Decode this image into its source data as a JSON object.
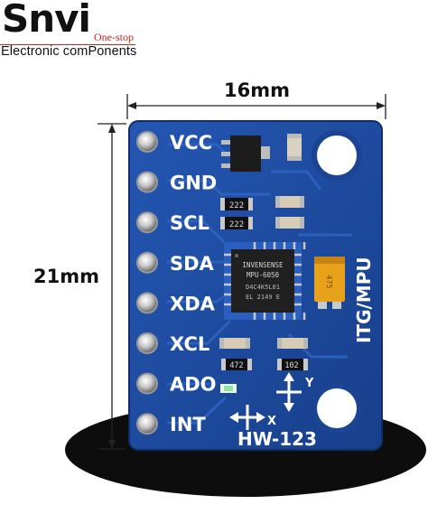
{
  "brand": {
    "logo": "Snvi",
    "sub": "One-stop",
    "tagline": "Electronic comPonents"
  },
  "dimensions": {
    "width_label": "16mm",
    "height_label": "21mm"
  },
  "pins": [
    "VCC",
    "GND",
    "SCL",
    "SDA",
    "XDA",
    "XCL",
    "ADO",
    "INT"
  ],
  "board": {
    "chip_line1": "INVENSENSE",
    "chip_line2": "MPU-6050",
    "chip_line3": "D4C4K5L01",
    "chip_line4": "EL 2149 E",
    "side_text": "ITG/MPU",
    "model": "HW-123",
    "res_codes": [
      "222",
      "222",
      "472",
      "102"
    ],
    "axis_x": "X",
    "axis_y": "Y",
    "cap_text": "475"
  },
  "colors": {
    "pcb": "#1f4fa8",
    "pcb_dark": "#153a80",
    "silk": "#ffffff",
    "chip": "#222222",
    "cap": "#e8a11a"
  }
}
